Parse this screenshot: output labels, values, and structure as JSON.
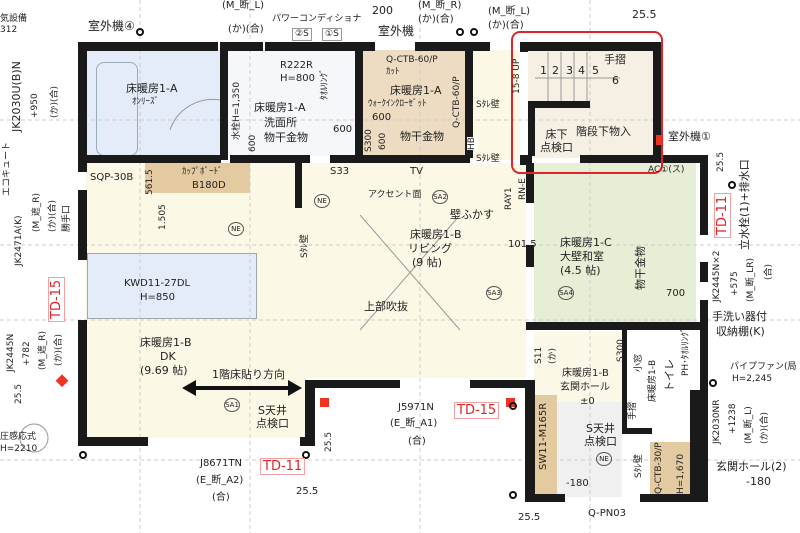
{
  "colors": {
    "wall": "#1a1a1a",
    "bath": "#e3ecf8",
    "wash": "#f5f7fb",
    "wic": "#eddcc2",
    "stairs": "#f6efe3",
    "ldk": "#fbf8e6",
    "washitsu": "#e6efd5",
    "hall": "#fcf8e8",
    "tan": "#e4caa0",
    "highlight": "#e0242a"
  },
  "labels": {
    "outdoor4": "室外機④",
    "outdoor_top": "室外機",
    "outdoor1": "室外機①",
    "m_dan_l_top": "(M_断_L)",
    "ka_go_1": "(か)(合)",
    "power_cond": "パワーコンディショナ",
    "s2": "②S",
    "s1": "①S",
    "dim200": "200",
    "m_dan_r_top": "(M_断_R)",
    "ka_go_2": "(か)(合)",
    "m_dan_l_top2": "(M_断_L)",
    "ka_go_3": "(か)(合)",
    "dim255_top": "25.5",
    "elec": "気設備",
    "elec_num": "312",
    "jk2030u": "JK2030U(B)N",
    "p950": "+950",
    "ka_go_left": "(か)(合)",
    "ecocute": "エコキュート",
    "bath_name": "床暖房1-A",
    "bath_series": "ｵﾝﾘｰｽﾞ",
    "wash_r222": "R222R",
    "wash_h800": "H=800",
    "towel_ring": "ﾀｵﾙﾘﾝｸﾞ",
    "faucet": "水栓H=1,350",
    "wash_name": "床暖房1-A",
    "wash_room": "洗面所",
    "wash_dry": "物干金物",
    "d600a": "600",
    "d600b": "600",
    "s33": "S33",
    "wic_ctb": "Q-CTB-60/P",
    "wic_cut": "ｶｯﾄ",
    "wic_name": "床暖房1-A",
    "wic_room": "ｳｫｰｸｲﾝｸﾛｰｾﾞｯﾄ",
    "wic_600": "600",
    "wic_s300": "S300",
    "wic_600b": "600",
    "wic_dry": "物干金物",
    "wic_ctb2": "Q-CTB-60/P",
    "hb": "HB",
    "stairs_up": "15-8 UP",
    "steps": [
      "1",
      "2",
      "3",
      "4",
      "5",
      "6"
    ],
    "handrail": "手摺",
    "under_stairs": "階段下物入",
    "floor_access": "床下\n点検口",
    "s_tare1": "Sﾀﾚ壁",
    "s_tare2": "Sﾀﾚ壁",
    "tv": "TV",
    "accent": "アクセント面",
    "sa2": "SA2",
    "ray": "RAY1",
    "rn": "RN-E",
    "sqp": "SQP-30B",
    "d5615": "561.5",
    "cupboard": "ｶｯﾌﾟﾎﾞｰﾄﾞ",
    "cupboard_code": "B180D",
    "d1505": "1.505",
    "ne1": "NE",
    "ne2": "NE",
    "jk2471": "JK2471A(K)",
    "m_shade_r": "(M_遮_R)",
    "ka_go_4": "(か)(合)",
    "kattekuchi": "勝手口",
    "td15_left": "TD-15",
    "kitchen": "KWD11-27DL",
    "kitchen_h": "H=850",
    "s_tare3": "Sﾀﾚ壁",
    "jk2445n": "JK2445N",
    "p782": "+782",
    "m_shade_r2": "(M_遮_R)",
    "ka_go_5": "(か)(合)",
    "d255_left": "25.5",
    "dk_name": "床暖房1-B",
    "dk_room": "DK",
    "dk_size": "(9.69 帖)",
    "floor_dir": "1階床貼り方向",
    "sa1": "SA1",
    "ceil_access1": "S天井\n点検口",
    "pressure": "圧感応式",
    "pressure_h": "H=2210",
    "wall_thick": "壁ふかす",
    "d1015": "101.5",
    "living_name": "床暖房1-B",
    "living_room": "リビング",
    "living_size": "(9 帖)",
    "sa3": "SA3",
    "fukinuke": "上部吹抜",
    "wa_name": "床暖房1-C",
    "wa_room": "大壁和室",
    "wa_size": "(4.5 帖)",
    "sa4": "SA4",
    "wa_dry": "物干金物",
    "d700": "700",
    "ac1": "AC①(ス)",
    "td11_right": "TD-11",
    "faucet_out": "立水栓(1)+排水口",
    "d255_right": "25.5",
    "jk2445x2": "JK2445N×2",
    "p575": "+575",
    "m_dan_lr": "(M_断_LR)",
    "go": "(合)",
    "hand_wash": "手洗い器付",
    "storage": "収納棚(K)",
    "pipe_fan": "パイプファン(局",
    "pipe_h": "H=2,245",
    "s11": "S11",
    "ka": "(か)",
    "hall_name": "床暖房1-B",
    "hall_room": "玄関ホール",
    "hall_level": "±0",
    "s300": "S300",
    "small_window": "小窓",
    "toilet_name": "床暖房1-B",
    "toilet_room": "トイレ",
    "toilet_ph": "PH･ﾀｵﾙﾘﾝｸﾞ",
    "j5971": "J5971N",
    "e_dan_a1": "(E_断_A1)",
    "go2": "(合)",
    "td15_bottom": "TD-15",
    "j8671": "J8671TN",
    "e_dan_a2": "(E_断_A2)",
    "go3": "(合)",
    "td11_bottom": "TD-11",
    "d255_b1": "25.5",
    "d255_b2": "25.5",
    "d255_b3": "25.5",
    "sw11": "SW11-M165R",
    "handrail2": "手摺",
    "ceil_access2": "S天井\n点検口",
    "ne3": "NE",
    "m180": "-180",
    "s_tare4": "Sﾀﾚ壁",
    "q_ctb30": "Q-CTB-30/P",
    "h1670": "H=1,670",
    "jk2030nr": "JK2030NR",
    "p1238": "+1238",
    "m_dan_l3": "(M_断_L)",
    "ka_go_6": "(か)(合)",
    "hall2": "玄関ホール(2)",
    "hall2_level": "-180",
    "q_pn03": "Q-PN03"
  }
}
